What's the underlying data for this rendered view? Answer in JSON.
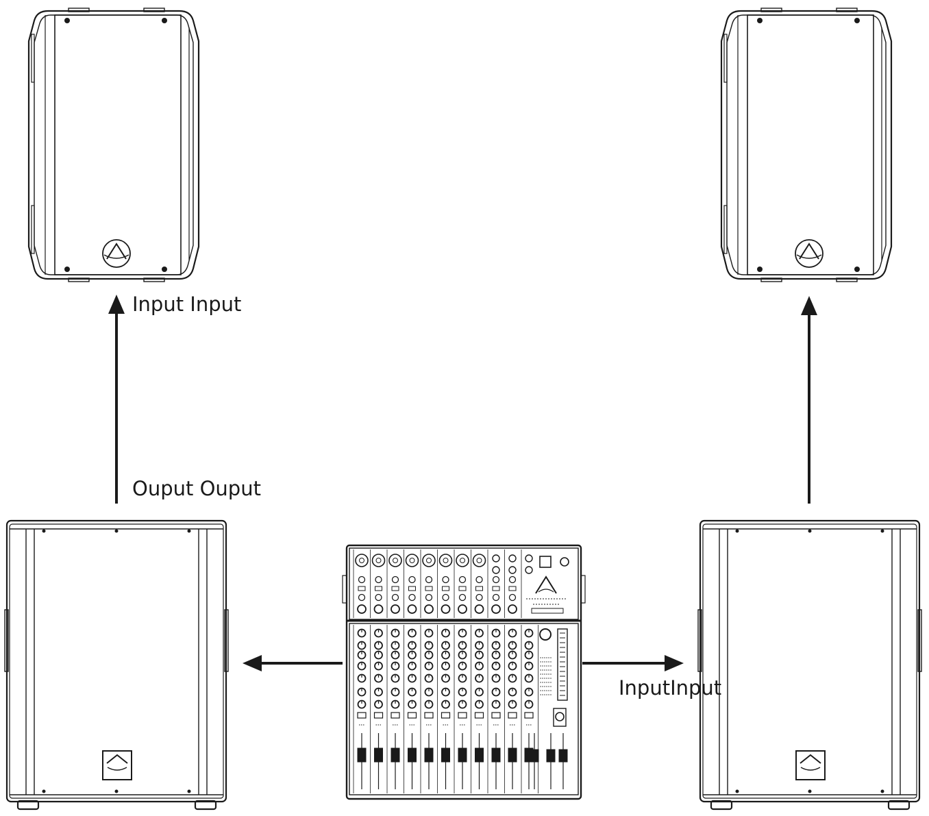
{
  "labels": {
    "top_left": "Input Input",
    "middle_left": "Ouput Ouput",
    "right": "InputInput"
  },
  "colors": {
    "line": "#1a1a1a",
    "background": "#ffffff"
  }
}
